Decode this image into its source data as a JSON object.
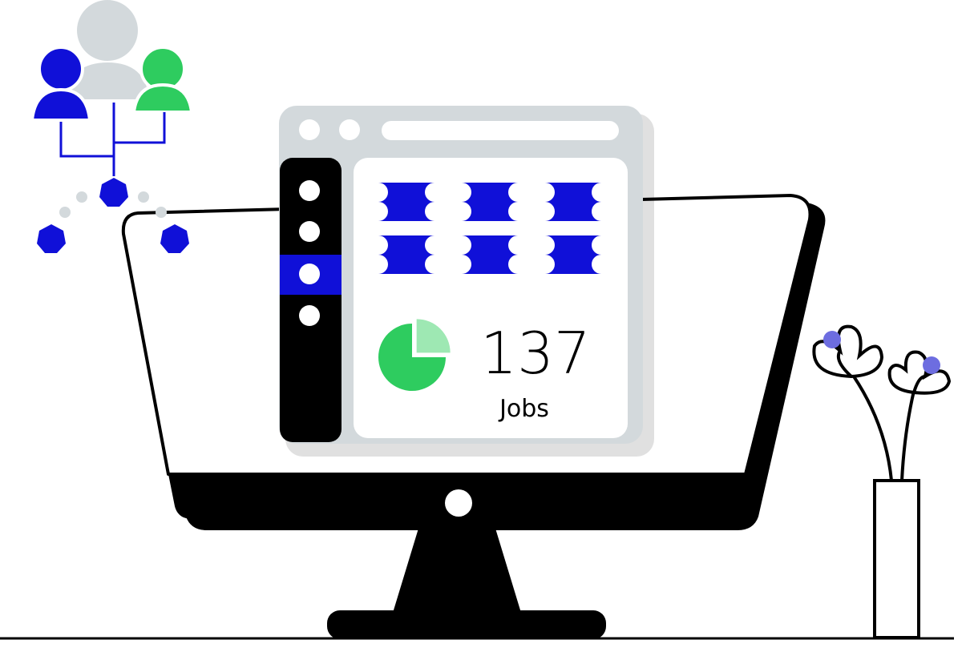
{
  "stat": {
    "value": "137",
    "label": "Jobs"
  },
  "pie_chart": {
    "slices": [
      {
        "fraction": 0.75,
        "color": "#2ecc5f"
      },
      {
        "fraction": 0.25,
        "color": "#9ee8b3"
      }
    ]
  },
  "colors": {
    "accent": "#1010d8",
    "green": "#2ecc5f",
    "light_green": "#9ee8b3",
    "gray": "#d3d9dc",
    "dark": "#000000",
    "flower_dot": "#6d6de0"
  },
  "icons": {
    "users": [
      "user-blue-icon",
      "user-gray-icon",
      "user-green-icon"
    ],
    "tickets": [
      "ticket-icon",
      "ticket-icon",
      "ticket-icon",
      "ticket-icon",
      "ticket-icon",
      "ticket-icon"
    ],
    "hexagons": [
      "hexagon-icon",
      "hexagon-icon",
      "hexagon-icon"
    ]
  }
}
